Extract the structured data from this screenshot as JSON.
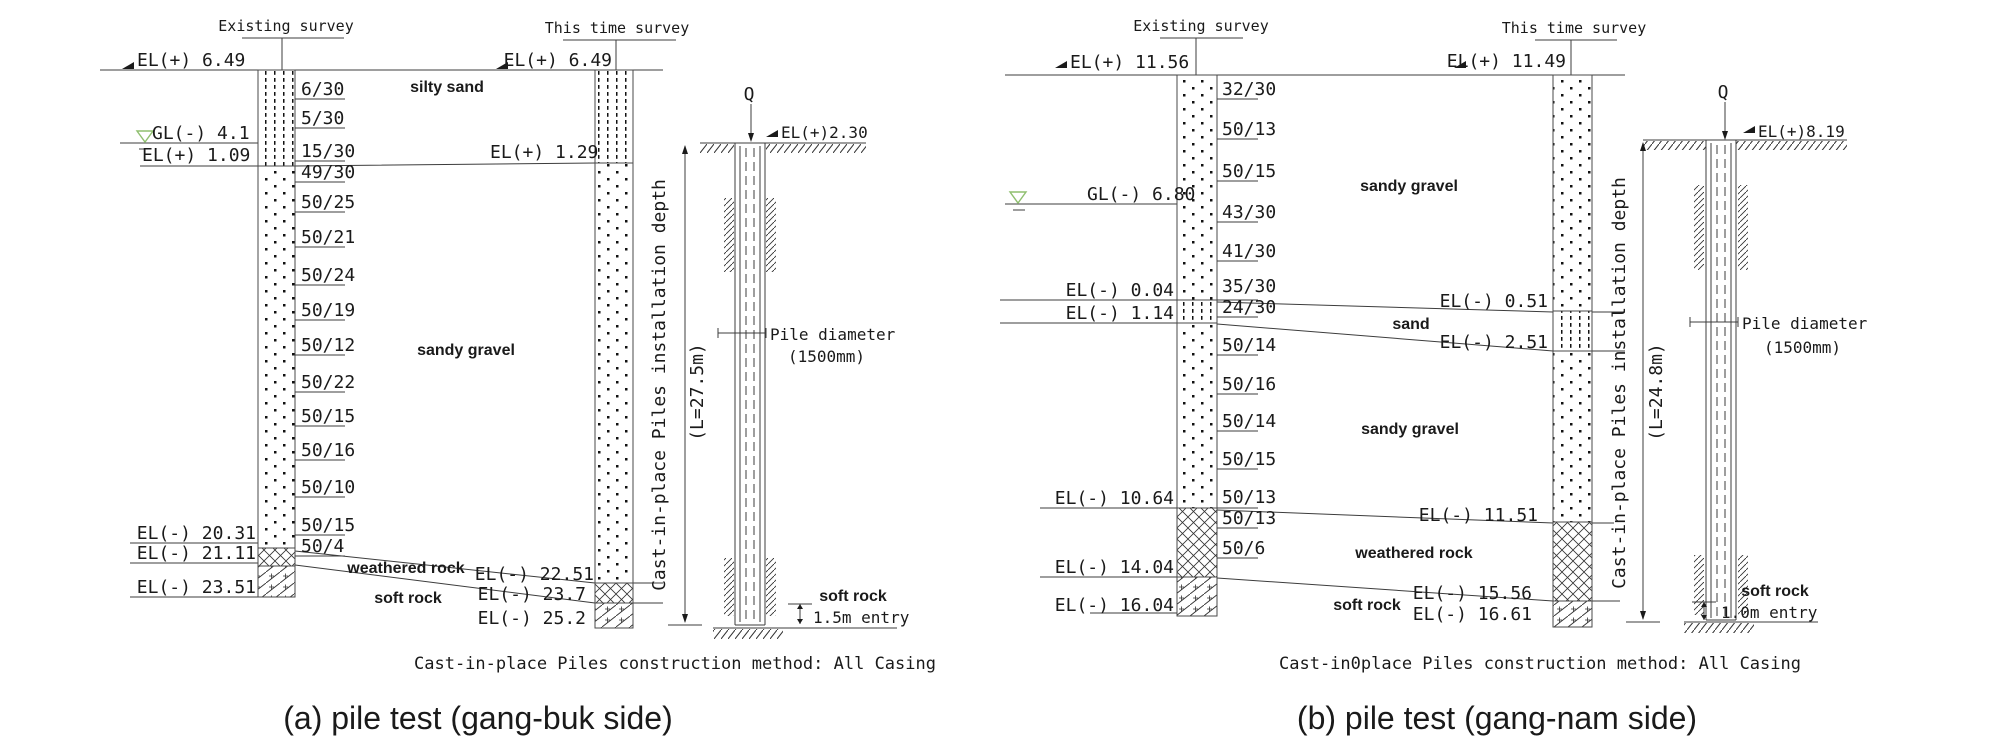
{
  "a": {
    "existing_header": "Existing survey",
    "thistime_header": "This time survey",
    "existing_top_el": "EL(+) 6.49",
    "thistime_top_el": "EL(+) 6.49",
    "water_level": "GL(-) 4.1",
    "existing_boundary_el": "EL(+) 1.09",
    "thistime_boundary_el": "EL(+) 1.29",
    "existing_weathered_el": "EL(-) 20.31",
    "existing_soft_el": "EL(-) 21.11",
    "existing_bottom_el": "EL(-) 23.51",
    "thistime_weathered_el": "EL(-) 22.51",
    "thistime_soft_el": "EL(-) 23.7",
    "thistime_bottom_el": "EL(-) 25.2",
    "spt": [
      "6/30",
      "5/30",
      "15/30",
      "49/30",
      "50/25",
      "50/21",
      "50/24",
      "50/19",
      "50/12",
      "50/22",
      "50/15",
      "50/16",
      "50/10",
      "50/15",
      "50/4"
    ],
    "strata": {
      "upper": "silty sand",
      "middle": "sandy gravel",
      "weathered": "weathered rock",
      "soft": "soft rock"
    },
    "pile": {
      "load": "Q",
      "ground_el": "EL(+)2.30",
      "depth_label": "Cast-in-place Piles installation depth",
      "length": "(L=27.5m)",
      "diameter_label": "Pile diameter",
      "diameter_value": "(1500mm)",
      "tip_layer": "soft rock",
      "entry": "1.5m entry"
    },
    "caption": "Cast-in-place Piles construction method: All Casing",
    "title": "(a) pile test (gang-buk side)"
  },
  "b": {
    "existing_header": "Existing survey",
    "thistime_header": "This time survey",
    "existing_top_el": "EL(+) 11.56",
    "thistime_top_el": "EL(+) 11.49",
    "water_level": "GL(-) 6.80",
    "existing_sand_top_el": "EL(-) 0.04",
    "existing_sand_bot_el": "EL(-) 1.14",
    "thistime_sand_top_el": "EL(-) 0.51",
    "thistime_sand_bot_el": "EL(-) 2.51",
    "existing_weathered_el": "EL(-) 10.64",
    "existing_soft_el": "EL(-) 14.04",
    "existing_bottom_el": "EL(-) 16.04",
    "thistime_weathered_el": "EL(-) 11.51",
    "thistime_soft_el": "EL(-) 15.56",
    "thistime_bottom_el": "EL(-) 16.61",
    "spt": [
      "32/30",
      "50/13",
      "50/15",
      "43/30",
      "41/30",
      "35/30",
      "24/30",
      "50/14",
      "50/16",
      "50/14",
      "50/15",
      "50/13",
      "50/13",
      "50/6"
    ],
    "strata": {
      "upper": "sandy gravel",
      "sand": "sand",
      "middle": "sandy gravel",
      "weathered": "weathered rock",
      "soft": "soft rock"
    },
    "pile": {
      "load": "Q",
      "ground_el": "EL(+)8.19",
      "depth_label": "Cast-in-place Piles installation depth",
      "length": "(L=24.8m)",
      "diameter_label": "Pile diameter",
      "diameter_value": "(1500mm)",
      "tip_layer": "soft rock",
      "entry": "1.0m entry"
    },
    "caption": "Cast-in0place Piles construction method: All Casing",
    "title": "(b) pile test (gang-nam side)"
  }
}
